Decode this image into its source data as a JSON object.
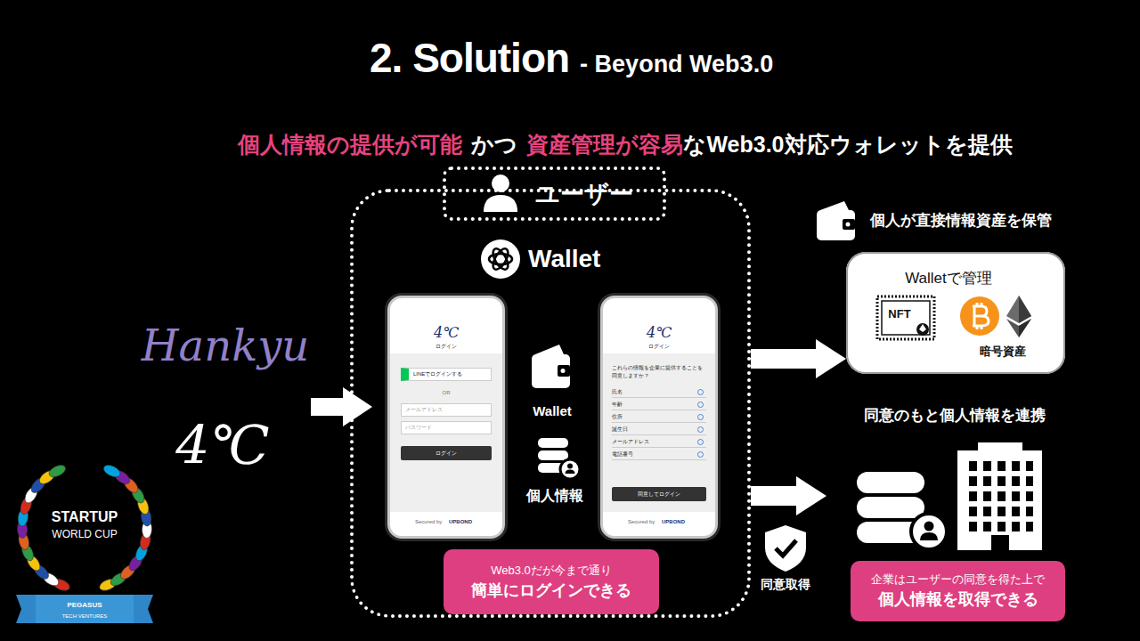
{
  "diagram": {
    "title": "2. Solution",
    "nodes": [
      {
        "text": [
          "ユーザー"
        ]
      },
      {
        "text": [
          "Wallet"
        ]
      },
      {
        "text": [
          "4℃",
          "ログイン",
          "LINEでログインする",
          "OR",
          "メールアドレス",
          "パスワード",
          "ログイン",
          "Secured by",
          "UPBOND"
        ],
        "in": 1
      },
      {
        "text": [
          "4℃",
          "ログイン",
          "これらの情報を企業に提供することを同意しますか？",
          "氏名",
          "年齢",
          "住所",
          "誕生日",
          "メールアドレス",
          "電話番号",
          "同意してログイン",
          "Secured by",
          "UPBOND"
        ],
        "in": 1
      },
      {
        "text": [
          "Web3.0だが今まで通り",
          "簡単にログインできる"
        ],
        "in": 1
      },
      {
        "text": [
          "Walletで管理",
          "暗号資産"
        ]
      },
      {
        "text": [
          "企業はユーザーの同意を得た上で",
          "個人情報を取得できる"
        ]
      }
    ],
    "edges": [
      {
        "from": 1,
        "to": 5,
        "arrow": "to"
      },
      {
        "from": 1,
        "to": 6,
        "arrow": "to"
      }
    ],
    "labels": [
      "- Beyond Web3.0",
      "個人情報の提供が可能",
      "かつ",
      "資産管理が容易",
      "なWeb3.0対応ウォレットを提供",
      "Hankyu",
      "4℃",
      "Wallet",
      "個人情報",
      "同意取得",
      "個人が直接情報資産を保管",
      "NFT",
      "同意のもと個人情報を連携",
      "STARTUP",
      "WORLD CUP",
      "PEGASUS",
      "TECH VENTURES"
    ]
  }
}
